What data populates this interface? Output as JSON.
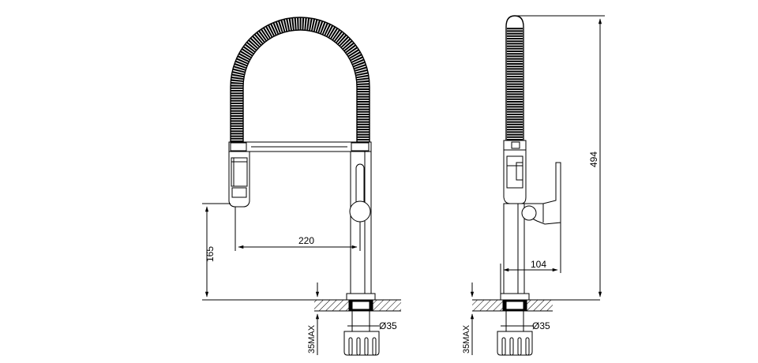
{
  "front_view": {
    "dim_width": "220",
    "dim_height": "165",
    "dim_hole": "Ø35",
    "dim_max": "35MAX"
  },
  "side_view": {
    "dim_height": "494",
    "dim_depth": "104",
    "dim_hole": "Ø35",
    "dim_max": "35MAX"
  },
  "colors": {
    "line": "#000000",
    "background": "#ffffff"
  }
}
